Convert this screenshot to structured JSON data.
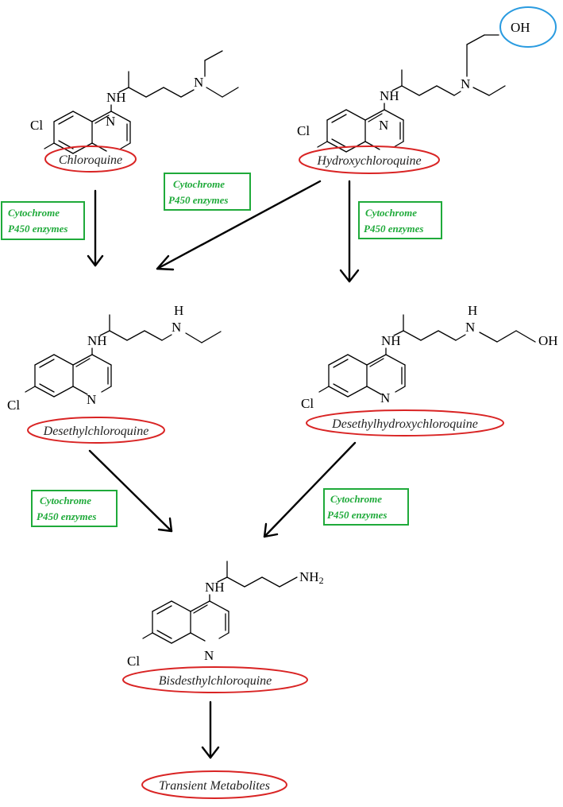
{
  "compounds": {
    "chloroquine": {
      "name": "Chloroquine",
      "amine": "N",
      "nh": "NH",
      "cl": "Cl",
      "ring_n": "N"
    },
    "hydroxychloroquine": {
      "name": "Hydroxychloroquine",
      "amine": "N",
      "oh": "OH",
      "nh": "NH",
      "cl": "Cl",
      "ring_n": "N"
    },
    "desethylchloroquine": {
      "name": "Desethylchloroquine",
      "h": "H",
      "amine": "N",
      "nh": "NH",
      "cl": "Cl",
      "ring_n": "N"
    },
    "desethylhydroxychloroquine": {
      "name": "Desethylhydroxychloroquine",
      "h": "H",
      "amine": "N",
      "oh": "OH",
      "nh": "NH",
      "cl": "Cl",
      "ring_n": "N"
    },
    "bisdesethylchloroquine": {
      "name": "Bisdesthylchloroquine",
      "nh2": "NH",
      "nh2_sub": "2",
      "nh": "NH",
      "cl": "Cl",
      "ring_n": "N"
    },
    "transient": {
      "name": "Transient Metabolites"
    }
  },
  "enzyme_label": {
    "line1": "Cytochrome",
    "line2": "P450 enzymes"
  },
  "colors": {
    "ellipse": "#d92424",
    "enzyme": "#1faa3a",
    "highlight": "#2a9be0",
    "ink": "#000000"
  }
}
